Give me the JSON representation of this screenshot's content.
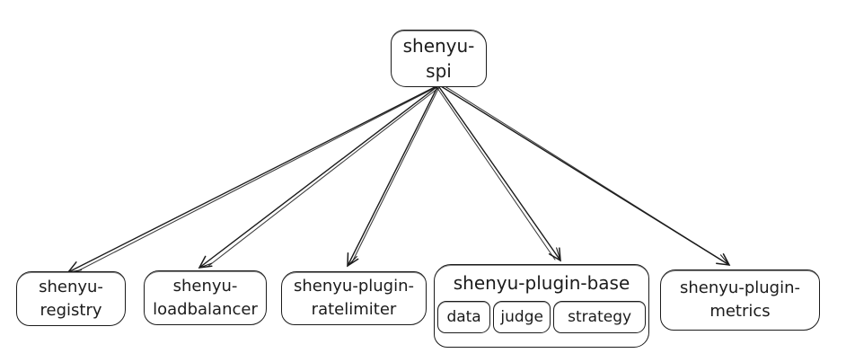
{
  "colors": {
    "stroke": "#1b1b1b",
    "background": "#ffffff"
  },
  "diagram": {
    "root": {
      "label": "shenyu-spi"
    },
    "nodes": {
      "registry": {
        "line1": "shenyu-",
        "line2": "registry"
      },
      "loadbalancer": {
        "line1": "shenyu-",
        "line2": "loadbalancer"
      },
      "ratelimiter": {
        "line1": "shenyu-plugin-",
        "line2": "ratelimiter"
      },
      "plugin_base": {
        "title": "shenyu-plugin-base",
        "modules": {
          "data": "data",
          "judge": "judge",
          "strategy": "strategy"
        }
      },
      "metrics": {
        "line1": "shenyu-plugin-",
        "line2": "metrics"
      }
    },
    "edges": [
      {
        "from": "shenyu-spi",
        "to": "shenyu-registry"
      },
      {
        "from": "shenyu-spi",
        "to": "shenyu-loadbalancer"
      },
      {
        "from": "shenyu-spi",
        "to": "shenyu-plugin-ratelimiter"
      },
      {
        "from": "shenyu-spi",
        "to": "shenyu-plugin-base"
      },
      {
        "from": "shenyu-spi",
        "to": "shenyu-plugin-metrics"
      }
    ]
  }
}
